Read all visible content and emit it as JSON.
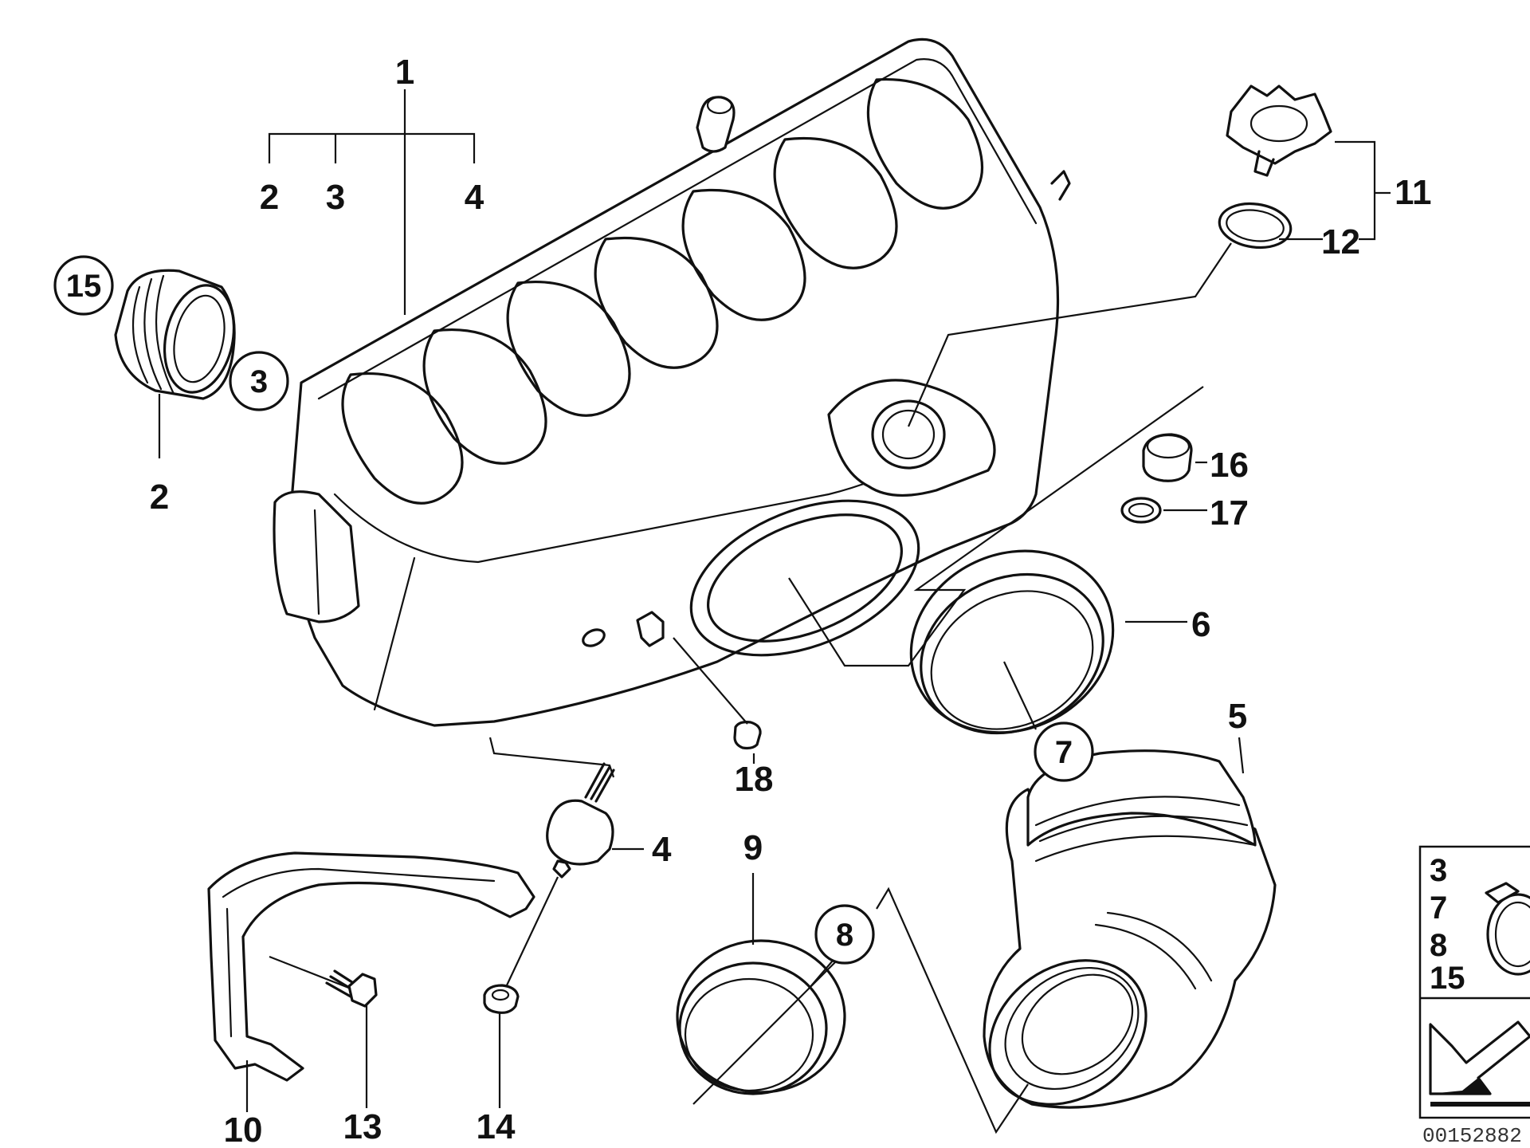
{
  "diagram": {
    "callouts": [
      "1",
      "2",
      "3",
      "4",
      "2",
      "15",
      "3",
      "11",
      "12",
      "16",
      "17",
      "6",
      "7",
      "5",
      "18",
      "4",
      "9",
      "8",
      "10",
      "13",
      "14"
    ],
    "legend": {
      "numbers": [
        "3",
        "7",
        "8",
        "15"
      ]
    },
    "doc_code": "00152882"
  }
}
